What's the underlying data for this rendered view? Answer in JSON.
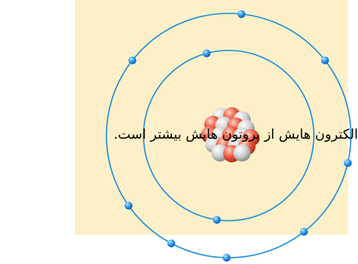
{
  "caption": "الکترون هایش از پروتون هایش بیشتر است.",
  "colors": {
    "panel": "#fdf0c8",
    "orbit": "#1f8fd8",
    "electron": "#1e90ff",
    "proton": "#e8563c",
    "neutron": "#c8c8c8",
    "caption": "#000000"
  },
  "electrons": {
    "outer_shell": 8,
    "inner_shell": 2,
    "total": 10
  },
  "nucleus": {
    "protons": 9,
    "neutrons": 10
  }
}
